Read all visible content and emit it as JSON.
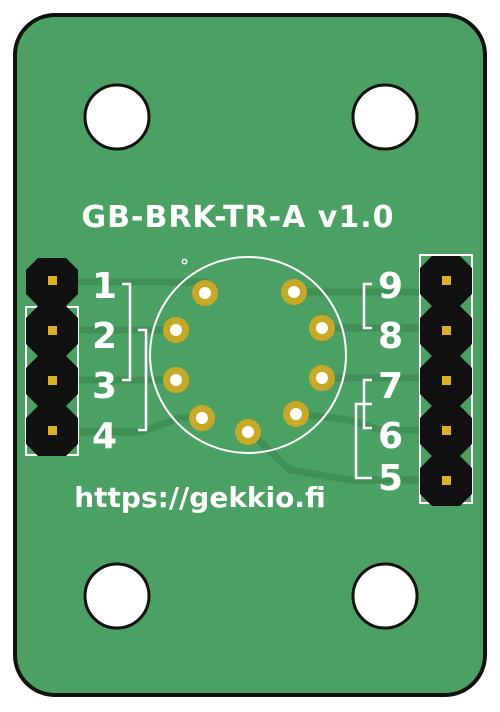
{
  "board": {
    "title": "GB-BRK-TR-A v1.0",
    "url": "https://gekkio.fi",
    "pin1_marker": "°",
    "colors": {
      "pcb": "#4ba163",
      "trace": "#3d8a52",
      "silkscreen": "#ffffff",
      "outline": "#111111",
      "copper": "#c9a825",
      "header_body": "#111111"
    }
  },
  "left_header": {
    "labels": [
      "1",
      "2",
      "3",
      "4"
    ]
  },
  "right_header": {
    "labels": [
      "9",
      "8",
      "7",
      "6",
      "5"
    ]
  }
}
